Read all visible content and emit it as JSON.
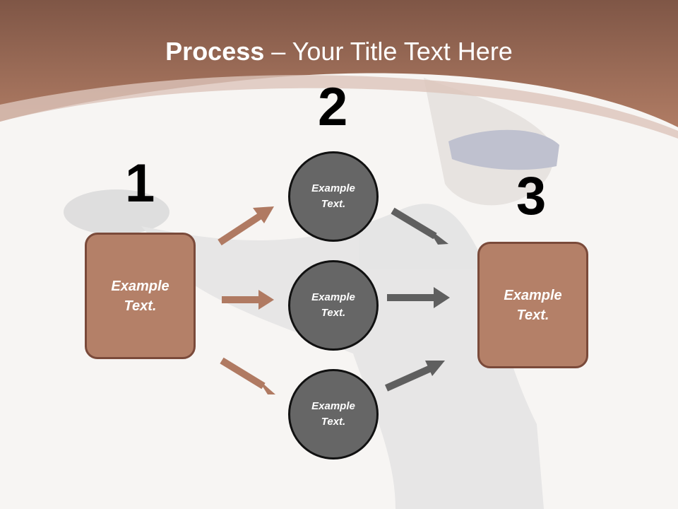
{
  "title": {
    "bold": "Process",
    "rest": " – Your Title Text Here"
  },
  "steps": [
    {
      "number": "1",
      "label": "Example\nText."
    },
    {
      "number": "2",
      "label": ""
    },
    {
      "number": "3",
      "label": "Example\nText."
    }
  ],
  "circles": [
    {
      "label": "Example\nText."
    },
    {
      "label": "Example\nText."
    },
    {
      "label": "Example\nText."
    }
  ],
  "colors": {
    "header_brown": "#a9735a",
    "box_fill": "#b48068",
    "box_border": "#7a4a3a",
    "circle_fill": "#666666",
    "arrow_brown": "#b07a62",
    "arrow_gray": "#5f5f5f"
  }
}
